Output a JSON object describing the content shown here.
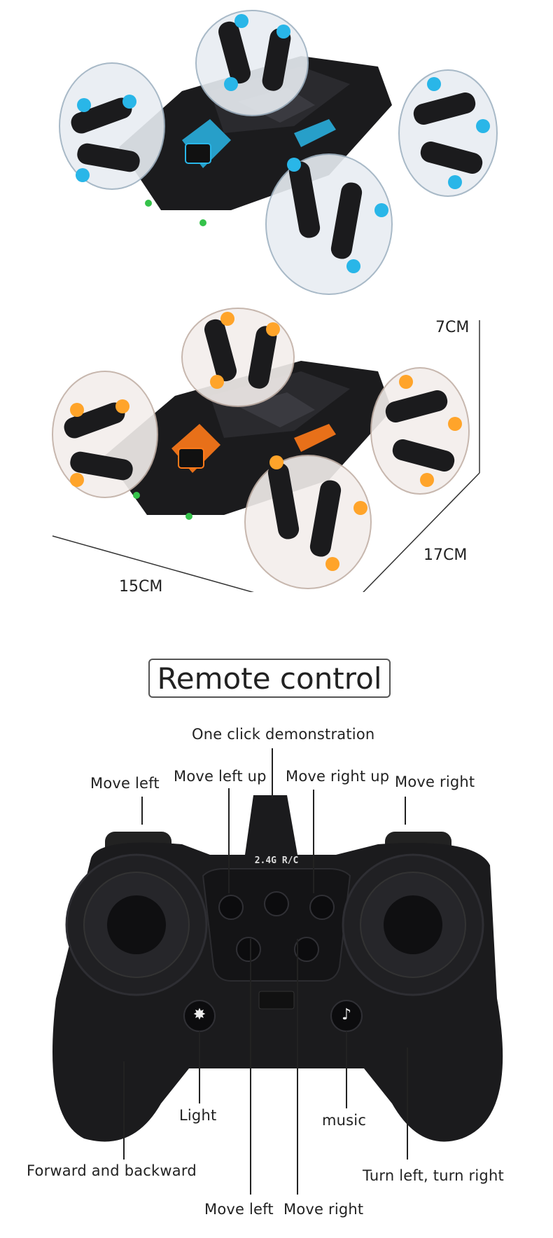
{
  "dimensions": {
    "height": "7CM",
    "depth": "17CM",
    "width": "15CM"
  },
  "remote_title": "Remote control",
  "controller": {
    "brand_text": "2.4G R/C",
    "labels": {
      "one_click_demo": "One click demonstration",
      "move_left_top": "Move left",
      "move_left_up": "Move left up",
      "move_right_up": "Move right up",
      "move_right_top": "Move right",
      "light": "Light",
      "music": "music",
      "forward_backward": "Forward and backward",
      "turn": "Turn left, turn right",
      "move_left_bottom": "Move left",
      "move_right_bottom": "Move right"
    }
  },
  "colors": {
    "accent_blue": "#29b6e8",
    "accent_orange": "#ff7a1a",
    "body_black": "#1b1b1d"
  },
  "icons": [
    "light-bulb-icon",
    "music-note-icon"
  ]
}
